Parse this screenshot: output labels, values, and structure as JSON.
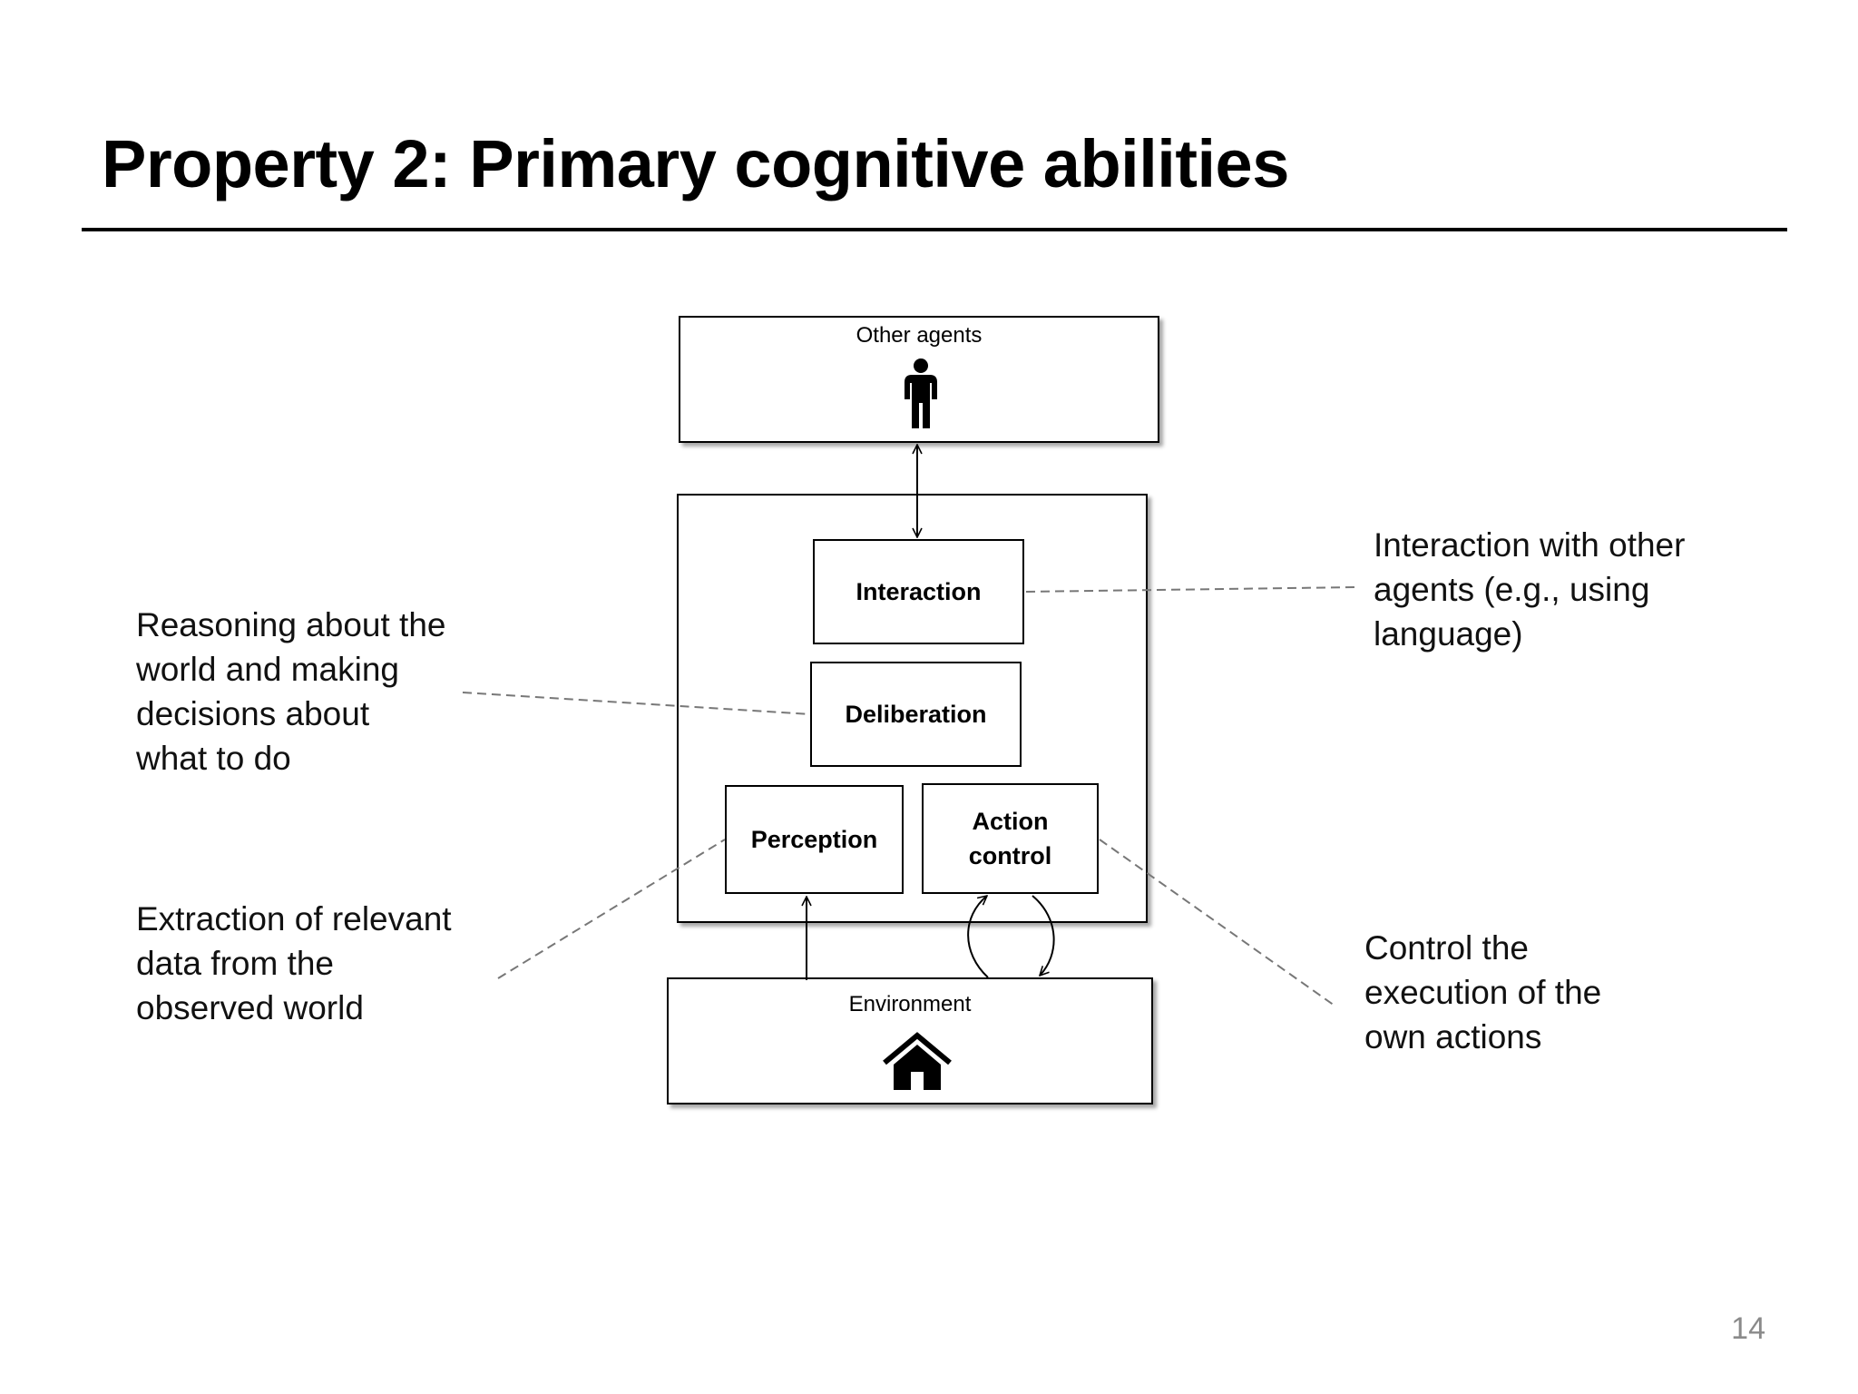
{
  "title": "Property 2: Primary cognitive abilities",
  "page_number": "14",
  "diagram": {
    "other_agents_label": "Other agents",
    "environment_label": "Environment",
    "interaction": "Interaction",
    "deliberation": "Deliberation",
    "perception": "Perception",
    "action_control_line1": "Action",
    "action_control_line2": "control",
    "agent_icon": "person-icon",
    "environment_icon": "house-icon"
  },
  "notes": {
    "reasoning": [
      "Reasoning about the",
      "world and making",
      "decisions about",
      "what to do"
    ],
    "extraction": [
      "Extraction of relevant",
      "data from the",
      "observed world"
    ],
    "interaction": [
      "Interaction with other",
      "agents (e.g., using",
      "language)"
    ],
    "control": [
      "Control the",
      "execution of the",
      "own actions"
    ]
  }
}
